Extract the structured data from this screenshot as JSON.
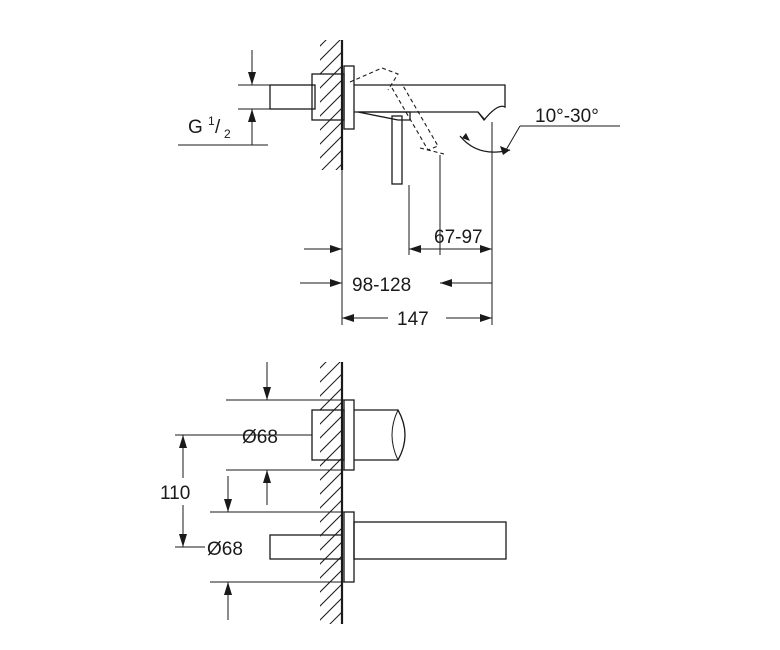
{
  "top_view": {
    "thread_label_main": "G",
    "thread_label_num": "1",
    "thread_label_slash": "/",
    "thread_label_den": "2",
    "angle_label": "10°-30°",
    "dim_spout_adjust": "67-97",
    "dim_projection": "98-128",
    "dim_total": "147"
  },
  "bottom_view": {
    "diameter_upper": "Ø68",
    "diameter_lower": "Ø68",
    "dim_spacing": "110"
  }
}
